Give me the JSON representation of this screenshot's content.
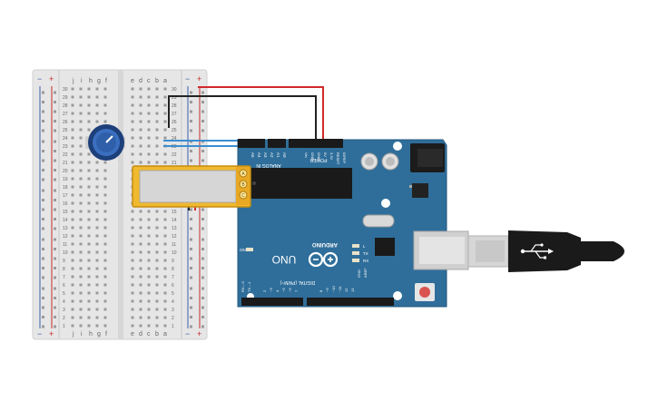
{
  "breadboard": {
    "column_letters_left": [
      "j",
      "i",
      "h",
      "g",
      "f"
    ],
    "column_letters_right": [
      "e",
      "d",
      "c",
      "b",
      "a"
    ],
    "row_numbers": [
      "30",
      "29",
      "28",
      "27",
      "26",
      "25",
      "24",
      "23",
      "22",
      "21",
      "20",
      "19",
      "18",
      "17",
      "16",
      "15",
      "14",
      "13",
      "12",
      "11",
      "10",
      "9",
      "8",
      "7",
      "6",
      "5",
      "4",
      "3",
      "2",
      "1"
    ],
    "rail_plus": "+",
    "rail_minus": "−"
  },
  "arduino": {
    "brand": "ARDUINO",
    "model": "UNO",
    "power_header_label": "POWER",
    "analog_header_label": "ANALOG IN",
    "digital_header_label": "DIGITAL (PWM~)",
    "power_pins": [
      "IOREF",
      "RESET",
      "3.3V",
      "5V",
      "GND",
      "GND",
      "Vin"
    ],
    "analog_pins": [
      "A0",
      "A1",
      "A2",
      "A3",
      "A4",
      "A5"
    ],
    "digital_pins": [
      "AREF",
      "GND",
      "13",
      "12",
      "~11",
      "~10",
      "~9",
      "8",
      "7",
      "~6",
      "~5",
      "4",
      "~3",
      "2",
      "TX→1",
      "RX←0"
    ],
    "led_labels": [
      "L",
      "TX",
      "RX"
    ],
    "on_label": "ON"
  },
  "lcd": {
    "pin_labels": [
      "A",
      "B",
      "C"
    ]
  },
  "colors": {
    "board_blue": "#2f6e9a",
    "wire_red": "#d12a2a",
    "wire_black": "#222222",
    "wire_blue": "#3b8ed0",
    "lcd_frame": "#f0b92e",
    "breadboard": "#e6e6e6"
  }
}
